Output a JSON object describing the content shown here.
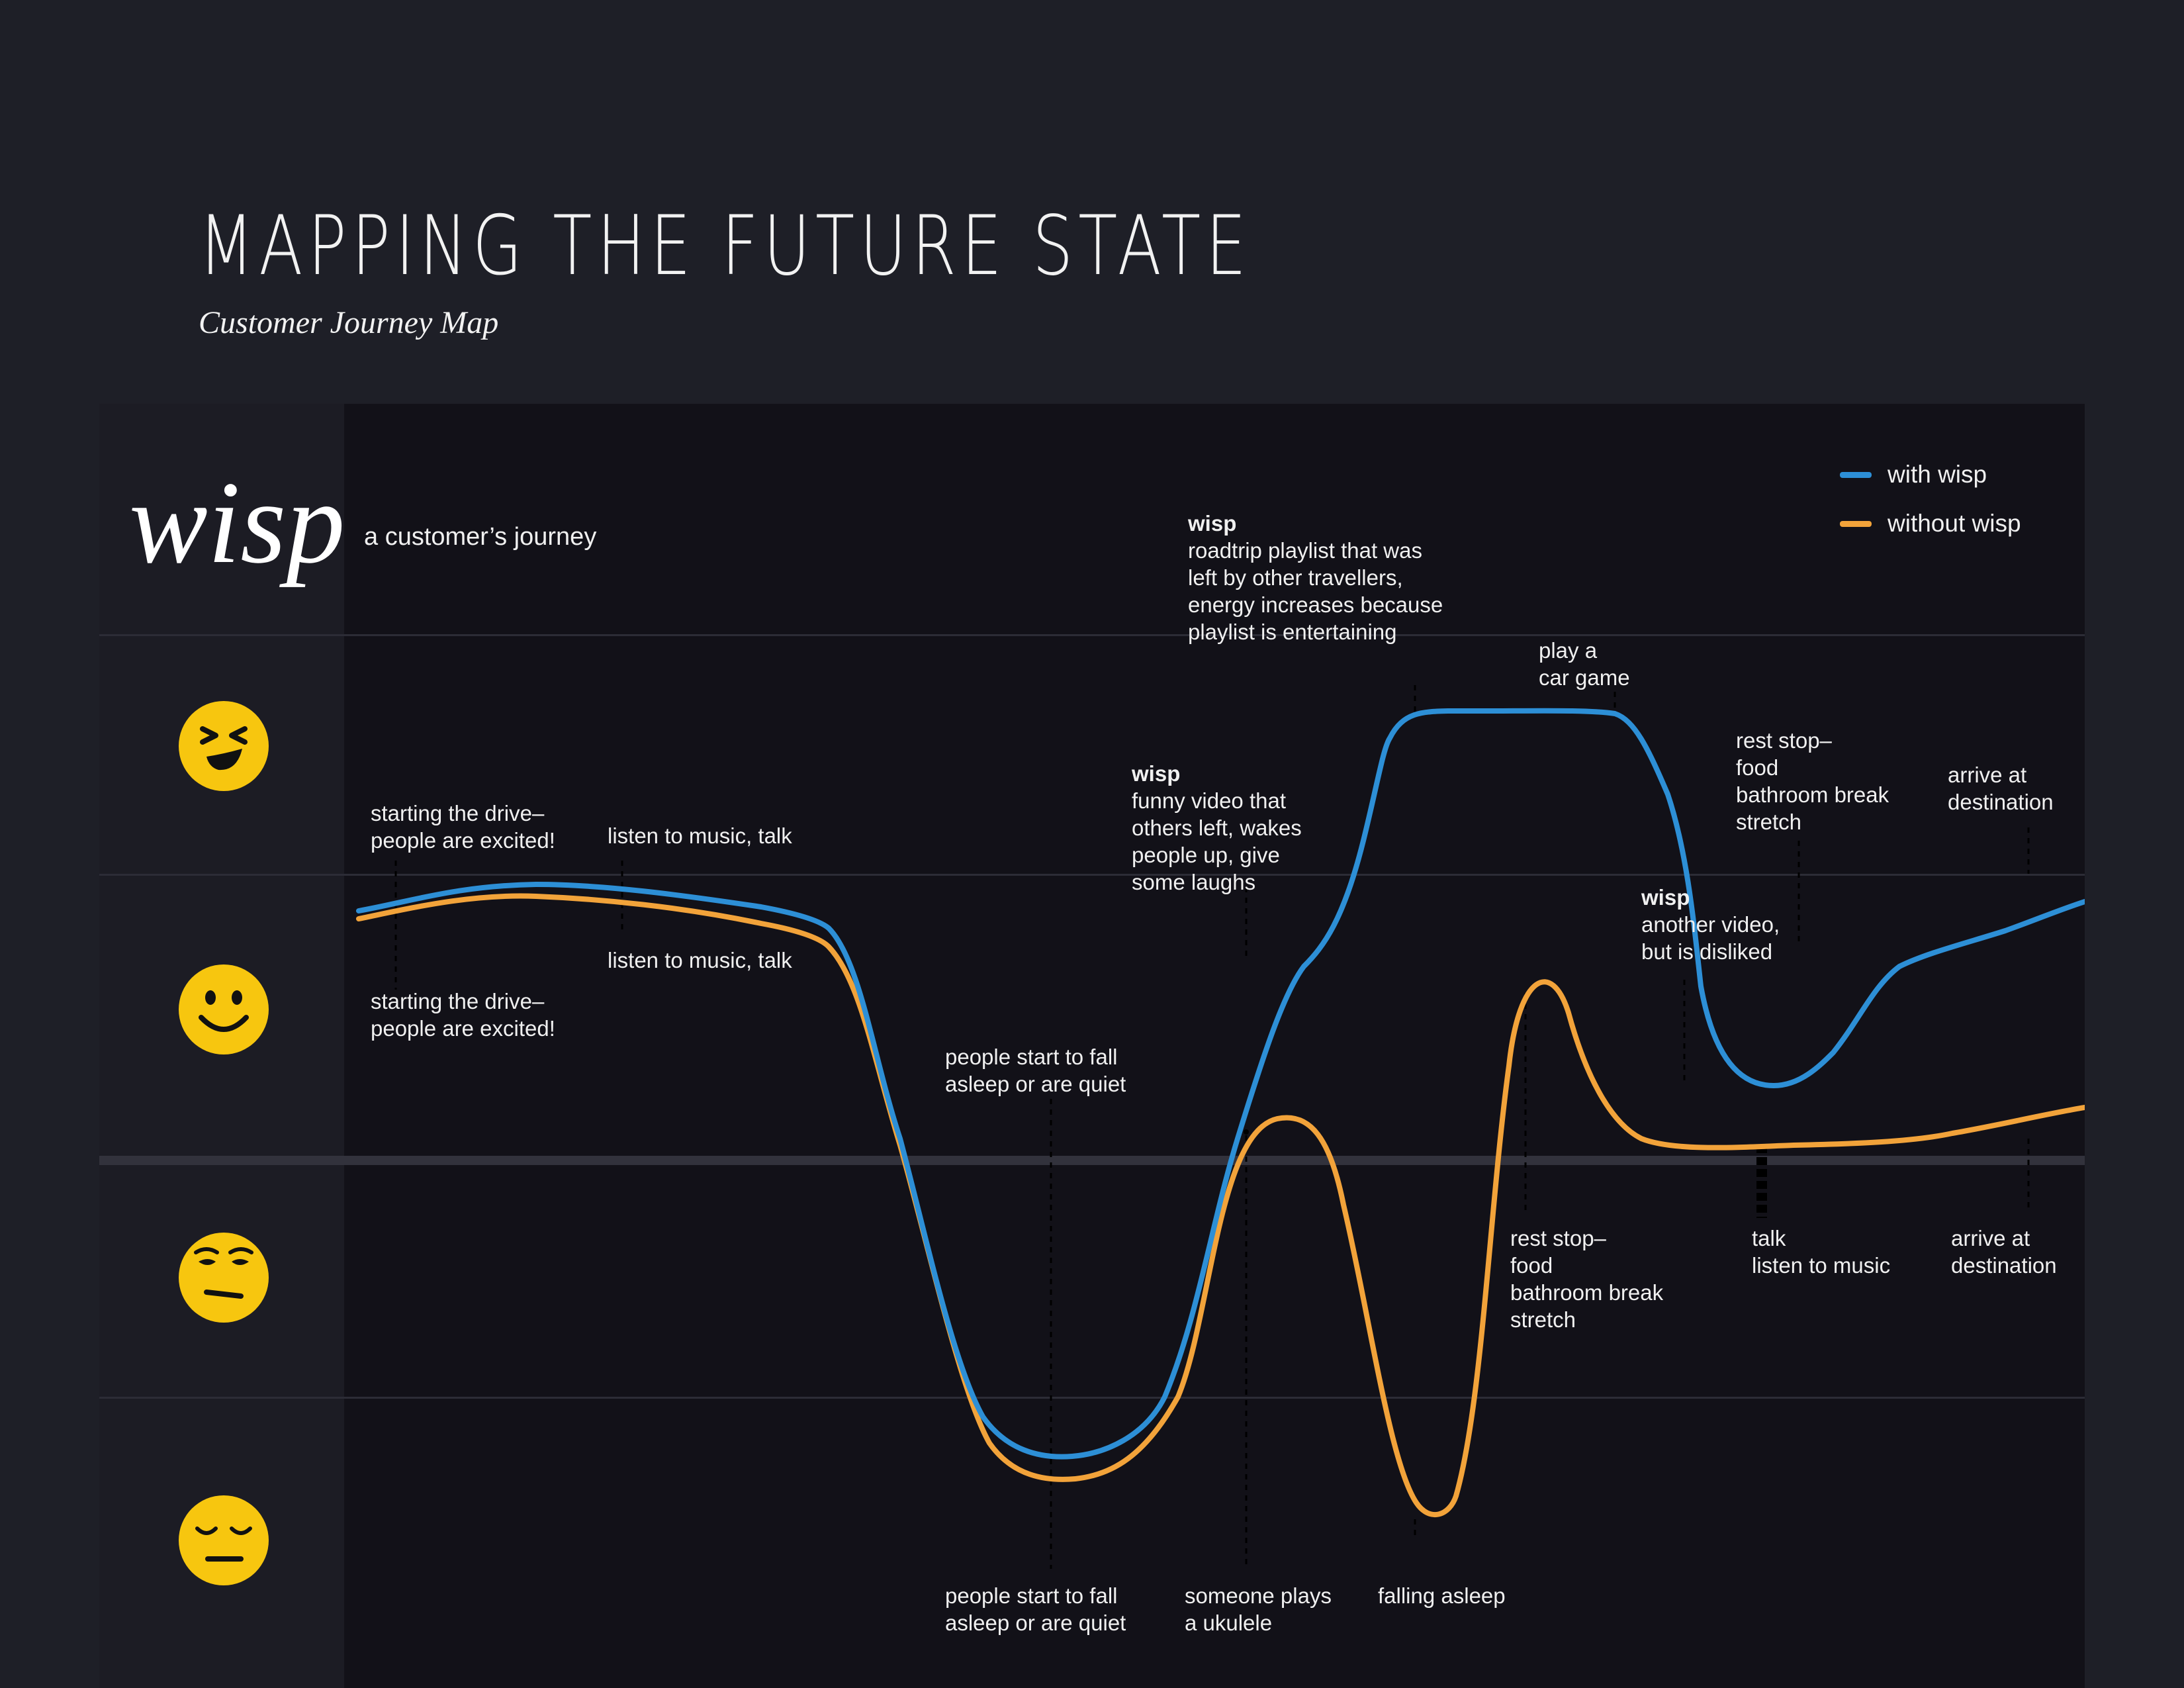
{
  "header": {
    "title": "MAPPING THE FUTURE STATE",
    "subtitle": "Customer Journey Map"
  },
  "panel": {
    "logo": "wisp",
    "journey_label": "a customer’s journey"
  },
  "legend": [
    {
      "label": "with wisp",
      "color": "#2d8fd6"
    },
    {
      "label": "without wisp",
      "color": "#f2a33a"
    }
  ],
  "emotion_levels": [
    {
      "icon": "laughing-face-icon"
    },
    {
      "icon": "smiling-face-icon"
    },
    {
      "icon": "skeptical-face-icon"
    },
    {
      "icon": "sleepy-face-icon"
    }
  ],
  "colors": {
    "with_wisp": "#2d8fd6",
    "without_wisp": "#f2a33a",
    "face": "#f7c60f"
  },
  "annotations": {
    "with_wisp": [
      {
        "text": "starting the drive–\npeople are excited!"
      },
      {
        "text": "listen to music, talk"
      },
      {
        "text": "people start to fall\nasleep or are quiet"
      },
      {
        "head": "wisp",
        "text": "funny video that\nothers left, wakes\npeople up, give\nsome laughs"
      },
      {
        "head": "wisp",
        "text": "roadtrip playlist that was\nleft by other travellers,\nenergy increases because\nplaylist is entertaining"
      },
      {
        "text": "play a\ncar game"
      },
      {
        "head": "wisp",
        "text": "another video,\nbut is disliked"
      },
      {
        "text": "rest stop–\nfood\nbathroom break\nstretch"
      },
      {
        "text": "arrive at\ndestination"
      }
    ],
    "without_wisp": [
      {
        "text": "starting the drive–\npeople are excited!"
      },
      {
        "text": "listen to music, talk"
      },
      {
        "text": "people start to fall\nasleep or are quiet"
      },
      {
        "text": "someone plays\na ukulele"
      },
      {
        "text": "falling asleep"
      },
      {
        "text": "rest stop–\nfood\nbathroom break\nstretch"
      },
      {
        "text": "talk\nlisten to music"
      },
      {
        "text": "arrive at\ndestination"
      }
    ]
  }
}
